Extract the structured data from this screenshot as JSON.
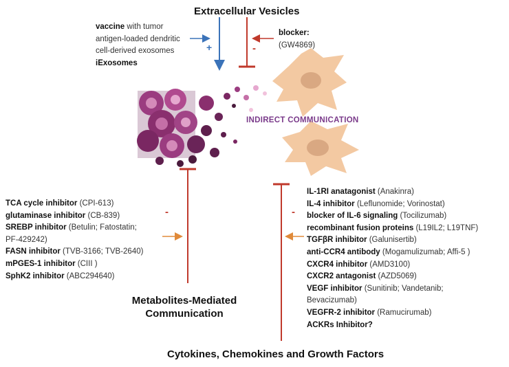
{
  "titles": {
    "extracellular": "Extracellular Vesicles",
    "metabolites_line1": "Metabolites-Mediated",
    "metabolites_line2": "Communication",
    "cytokines": "Cytokines, Chemokines and Growth Factors"
  },
  "center_label": "INDIRECT COMMUNICATION",
  "vaccine_block": {
    "lines": [
      {
        "bold": "vaccine",
        "rest": " with tumor"
      },
      {
        "bold": "",
        "rest": "antigen-loaded dendritic"
      },
      {
        "bold": "",
        "rest": "cell-derived exosomes"
      },
      {
        "bold": "iExosomes",
        "rest": ""
      }
    ]
  },
  "blocker_block": {
    "lines": [
      {
        "bold": "blocker:",
        "rest": ""
      },
      {
        "bold": "",
        "rest": "(GW4869)"
      }
    ]
  },
  "metabolite_inhibitors": [
    {
      "bold": "TCA cycle inhibitor",
      "rest": " (CPI-613)"
    },
    {
      "bold": "glutaminase inhibitor",
      "rest": " (CB-839)"
    },
    {
      "bold": "SREBP inhibitor",
      "rest": " (Betulin; Fatostatin;"
    },
    {
      "bold": "",
      "rest": "PF-429242)"
    },
    {
      "bold": "FASN inhibitor",
      "rest": " (TVB-3166; TVB-2640)"
    },
    {
      "bold": "mPGES-1 inhibitor",
      "rest": " (CIII )"
    },
    {
      "bold": "SphK2 inhibitor",
      "rest": " (ABC294640)"
    }
  ],
  "cytokine_inhibitors": [
    {
      "bold": "IL-1RI anatagonist",
      "rest": " (Anakinra)"
    },
    {
      "bold": "IL-4 inhibitor",
      "rest": " (Leflunomide; Vorinostat)"
    },
    {
      "bold": "blocker of IL-6 signaling",
      "rest": " (Tocilizumab)"
    },
    {
      "bold": "recombinant fusion proteins",
      "rest": " (L19IL2; L19TNF)"
    },
    {
      "bold": "TGFβR inhibitor",
      "rest": " (Galunisertib)"
    },
    {
      "bold": "anti-CCR4 antibody",
      "rest": " (Mogamulizumab; Affi-5 )"
    },
    {
      "bold": "CXCR4 inhibitor",
      "rest": " (AMD3100)"
    },
    {
      "bold": "CXCR2 antagonist",
      "rest": " (AZD5069)"
    },
    {
      "bold": "VEGF inhibitor",
      "rest": " (Sunitinib; Vandetanib;"
    },
    {
      "bold": "",
      "rest": "Bevacizumab)"
    },
    {
      "bold": "VEGFR-2 inhibitor",
      "rest": " (Ramucirumab)"
    },
    {
      "bold": "ACKRs Inhibitor?",
      "rest": ""
    }
  ],
  "signs": {
    "plus": "+",
    "minus": "-"
  },
  "colors": {
    "inhibit_red": "#c0392b",
    "activate_blue": "#3b73b9",
    "arrow_orange": "#e08a3a",
    "tumor_purple": "#8a2f6e",
    "cell_peach": "#f3c9a2",
    "label_purple": "#7a3a8a"
  }
}
